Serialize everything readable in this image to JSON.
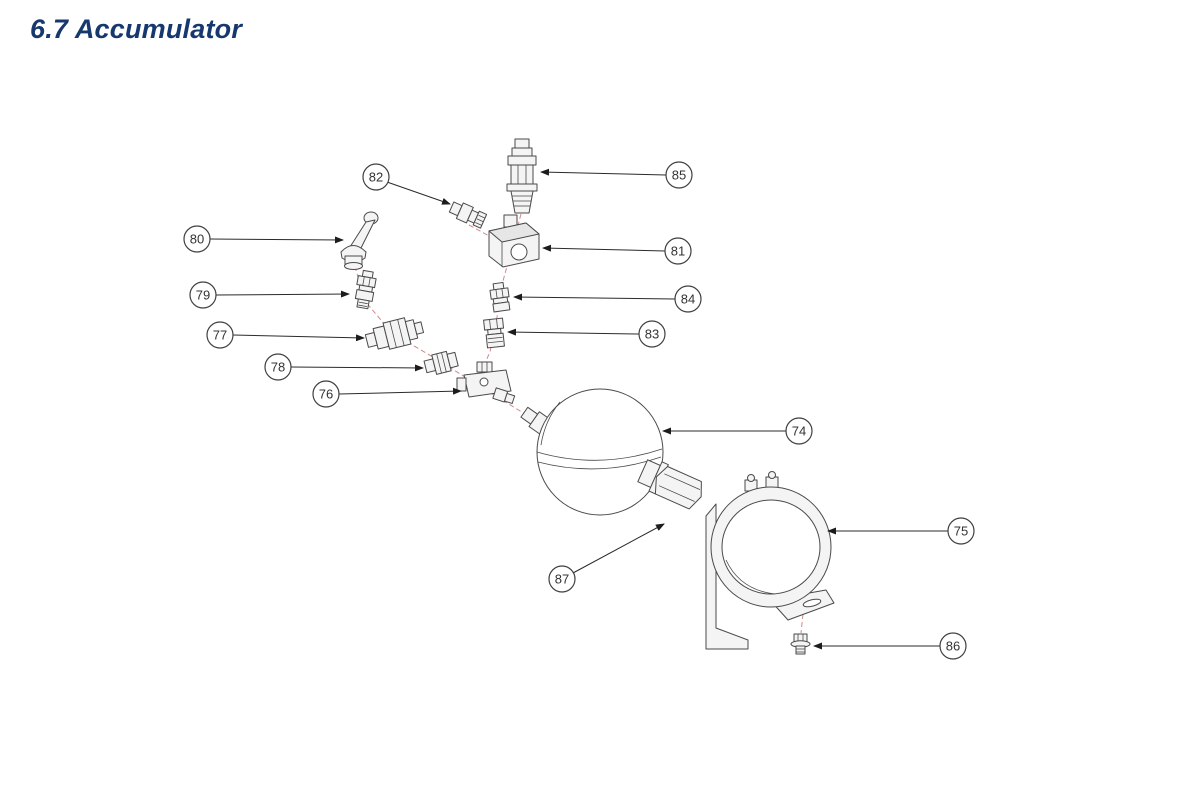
{
  "page": {
    "title": "6.7 Accumulator"
  },
  "callouts": [
    {
      "label": "74"
    },
    {
      "label": "75"
    },
    {
      "label": "76"
    },
    {
      "label": "77"
    },
    {
      "label": "78"
    },
    {
      "label": "79"
    },
    {
      "label": "80"
    },
    {
      "label": "81"
    },
    {
      "label": "82"
    },
    {
      "label": "83"
    },
    {
      "label": "84"
    },
    {
      "label": "85"
    },
    {
      "label": "86"
    },
    {
      "label": "87"
    }
  ],
  "colors": {
    "title_text": "#16386e",
    "drawing_line": "#4a4a4a",
    "axis_dash": "#cf8a8a"
  }
}
